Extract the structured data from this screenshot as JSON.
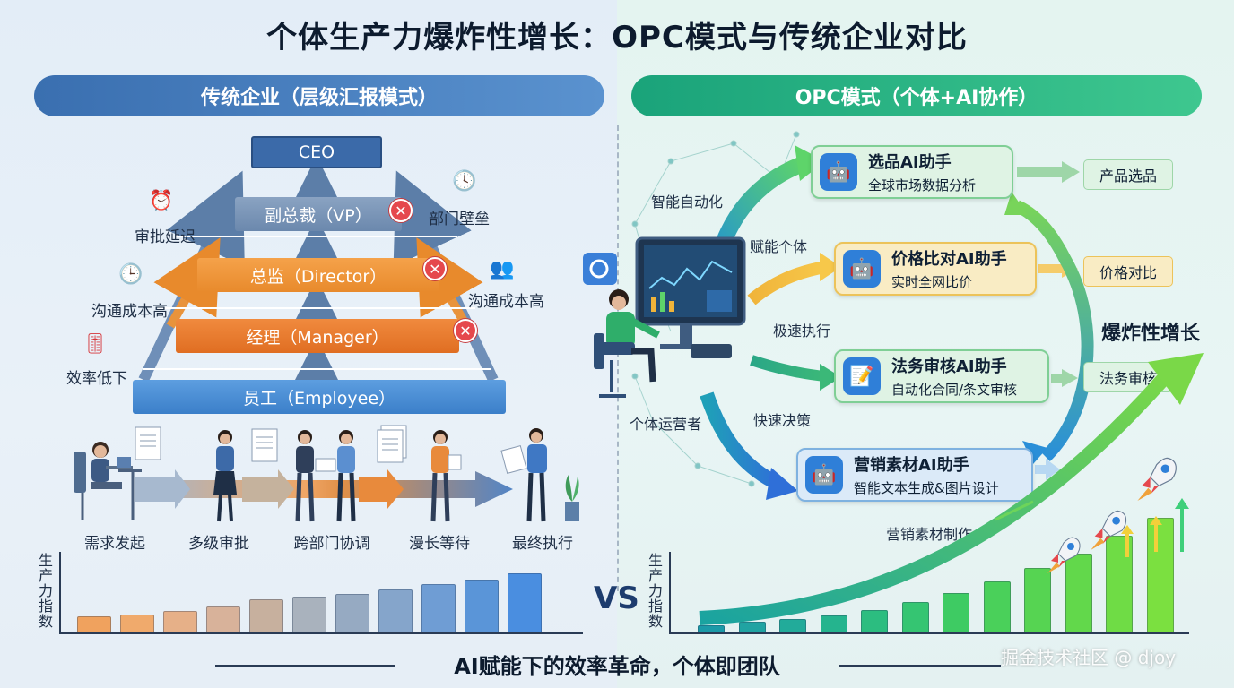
{
  "title": "个体生产力爆炸性增长：OPC模式与传统企业对比",
  "left": {
    "header": "传统企业（层级汇报模式）",
    "tiers": {
      "ceo": "CEO",
      "vp": "副总裁（VP）",
      "director": "总监（Director）",
      "manager": "经理（Manager）",
      "employee": "员工（Employee）"
    },
    "side_labels": {
      "approval_delay": "审批延迟",
      "comm_cost_left": "沟通成本高",
      "low_efficiency": "效率低下",
      "dept_barrier": "部门壁垒",
      "comm_cost_right": "沟通成本高"
    },
    "process": [
      "需求发起",
      "多级审批",
      "跨部门协调",
      "漫长等待",
      "最终执行"
    ],
    "y_axis_label": [
      "生",
      "产",
      "力",
      "指",
      "数"
    ],
    "bars": [
      {
        "value": 1.6,
        "color": "#f0a25e"
      },
      {
        "value": 1.8,
        "color": "#f0aa6c"
      },
      {
        "value": 2.2,
        "color": "#e6b088"
      },
      {
        "value": 2.6,
        "color": "#d8b29a"
      },
      {
        "value": 3.4,
        "color": "#c7b09e"
      },
      {
        "value": 3.6,
        "color": "#a9b2bd"
      },
      {
        "value": 3.9,
        "color": "#96aac2"
      },
      {
        "value": 4.4,
        "color": "#85a5cb"
      },
      {
        "value": 4.9,
        "color": "#6f9dd4"
      },
      {
        "value": 5.4,
        "color": "#5a95d8"
      },
      {
        "value": 6.0,
        "color": "#4a8ee0"
      }
    ]
  },
  "vs": "VS",
  "right": {
    "header": "OPC模式（个体+AI协作）",
    "operator_label": "个体运营者",
    "flow_labels": {
      "automation": "智能自动化",
      "empower": "赋能个体",
      "fast_exec": "极速执行",
      "fast_decide": "快速决策",
      "marketing_make": "营销素材制作"
    },
    "cards": [
      {
        "title": "选品AI助手",
        "sub": "全球市场数据分析",
        "icon": "robot-icon",
        "bg": "#dff3e4",
        "icon_bg": "#2f7fd8",
        "output": "产品选品"
      },
      {
        "title": "价格比对AI助手",
        "sub": "实时全网比价",
        "icon": "robot-icon",
        "bg": "#f9ecc4",
        "icon_bg": "#2f7fd8",
        "output": "价格对比"
      },
      {
        "title": "法务审核AI助手",
        "sub": "自动化合同/条文审核",
        "icon": "document-icon",
        "bg": "#dff3e4",
        "icon_bg": "#2f7fd8",
        "output": "法务审核"
      },
      {
        "title": "营销素材AI助手",
        "sub": "智能文本生成&图片设计",
        "icon": "robot-icon",
        "bg": "#dbeaf8",
        "icon_bg": "#2f7fd8",
        "output": ""
      }
    ],
    "growth_label": "爆炸性增长",
    "y_axis_label": [
      "生",
      "产",
      "力",
      "指",
      "数"
    ],
    "bars": [
      {
        "value": 0.5,
        "color": "#1b9aa8"
      },
      {
        "value": 0.7,
        "color": "#20a3a2"
      },
      {
        "value": 0.9,
        "color": "#22ab9a"
      },
      {
        "value": 1.1,
        "color": "#25b48e"
      },
      {
        "value": 1.5,
        "color": "#2cbd80"
      },
      {
        "value": 2.0,
        "color": "#35c572"
      },
      {
        "value": 2.6,
        "color": "#3ecb63"
      },
      {
        "value": 3.4,
        "color": "#4ad05a"
      },
      {
        "value": 4.3,
        "color": "#56d452"
      },
      {
        "value": 5.2,
        "color": "#62d84b"
      },
      {
        "value": 6.4,
        "color": "#6fdc45"
      },
      {
        "value": 7.6,
        "color": "#7be040"
      }
    ]
  },
  "footer": "AI赋能下的效率革命，个体即团队",
  "watermark": "掘金技术社区 @ djoy"
}
